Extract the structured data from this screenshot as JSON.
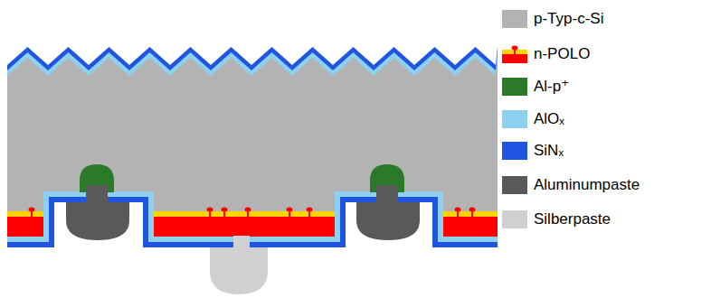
{
  "diagram": {
    "legend": [
      {
        "text": "p-Typ-c-Si",
        "color": "#b3b3b3"
      },
      {
        "text": "n-POLO"
      },
      {
        "text": "Al-p⁺",
        "color": "#2a7a2a"
      },
      {
        "text": "AlOₓ",
        "color": "#8dd0f0"
      },
      {
        "text": "SiNₓ",
        "color": "#1f55e0"
      },
      {
        "text": "Aluminumpaste",
        "color": "#595959"
      },
      {
        "text": "Silberpaste",
        "color": "#d0d0d0"
      }
    ]
  }
}
